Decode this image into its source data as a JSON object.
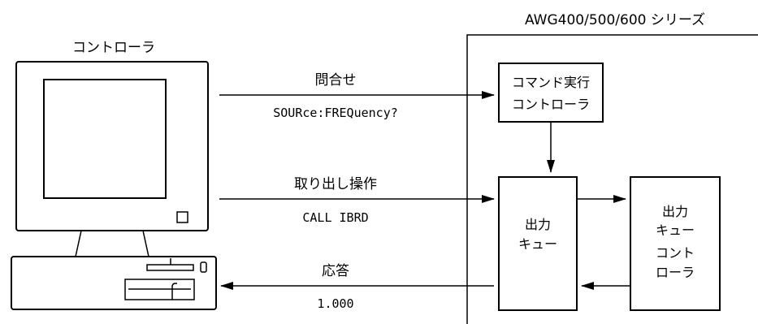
{
  "controller": {
    "title": "コントローラ"
  },
  "instrument": {
    "title": "AWG400/500/600 シリーズ",
    "command_box": [
      "コマンド実行",
      "コントローラ"
    ],
    "output_queue_box": [
      "出力",
      "キュー"
    ],
    "output_queue_controller_box": [
      "出力",
      "キュー",
      "コント",
      "ローラ"
    ]
  },
  "messages": {
    "query": {
      "label": "問合せ",
      "command": "SOURce:FREQuency?"
    },
    "read": {
      "label": "取り出し操作",
      "command": "CALL IBRD"
    },
    "response": {
      "label": "応答",
      "value": "1.000"
    }
  }
}
